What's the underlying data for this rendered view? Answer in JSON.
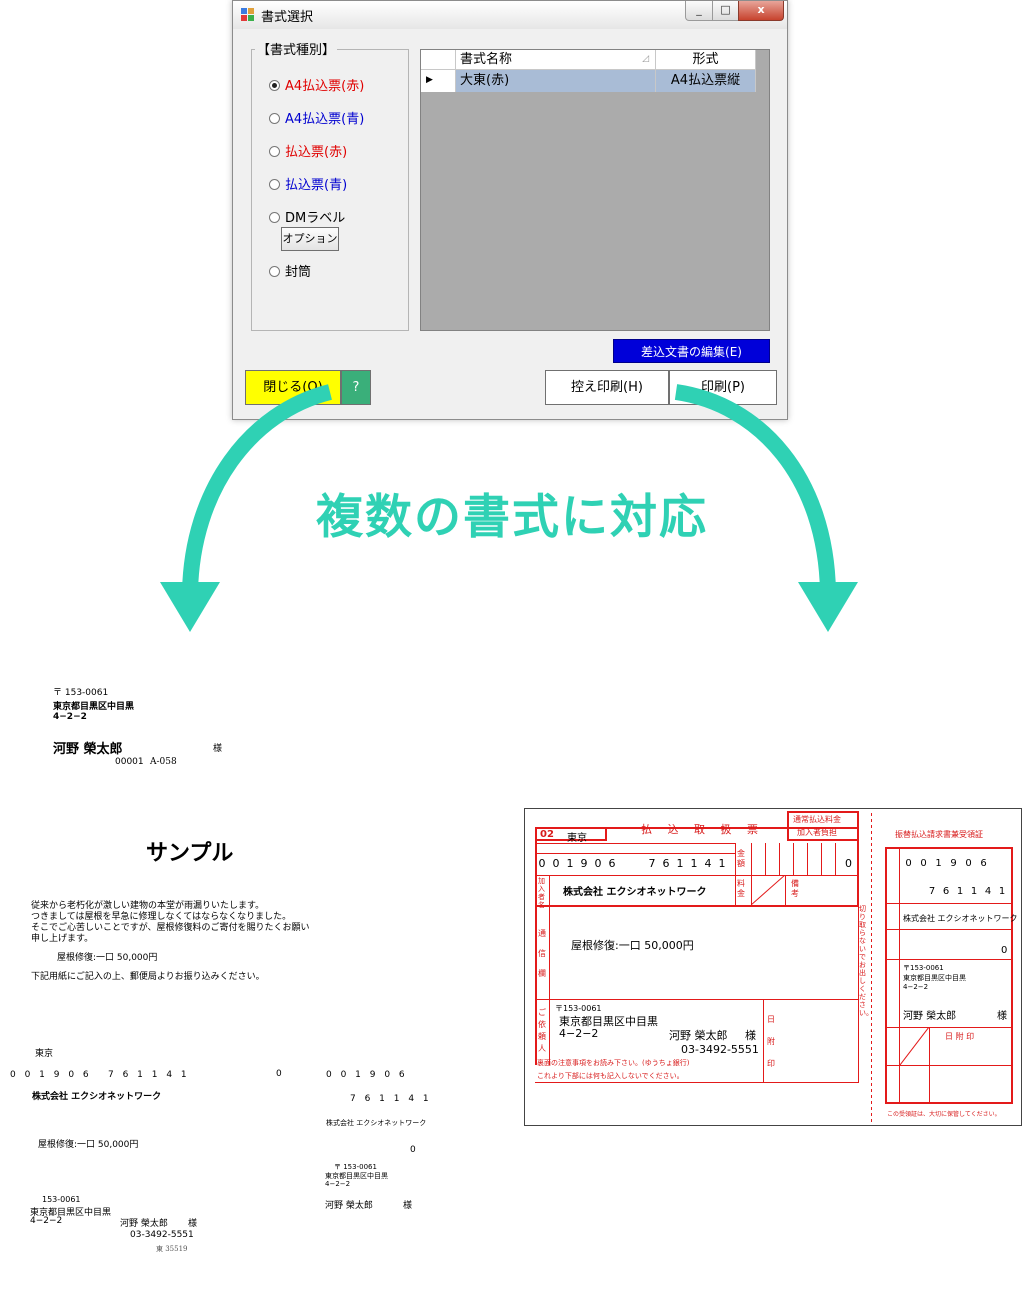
{
  "window": {
    "title": "書式選択",
    "close_glyph": "x",
    "min_glyph": "_",
    "max_glyph": "□"
  },
  "group": {
    "label": "【書式種別】",
    "radios": [
      {
        "label": "A4払込票(赤)",
        "color": "#e00000",
        "checked": true
      },
      {
        "label": "A4払込票(青)",
        "color": "#0000d0",
        "checked": false
      },
      {
        "label": "払込票(赤)",
        "color": "#e00000",
        "checked": false
      },
      {
        "label": "払込票(青)",
        "color": "#0000d0",
        "checked": false
      },
      {
        "label": "DMラベル",
        "color": "#000000",
        "checked": false
      },
      {
        "label": "封筒",
        "color": "#000000",
        "checked": false
      }
    ],
    "option_button": "オプション"
  },
  "grid": {
    "columns": [
      "書式名称",
      "形式"
    ],
    "rows": [
      {
        "name": "大東(赤)",
        "format": "A4払込票縦",
        "selected": true
      }
    ]
  },
  "buttons": {
    "edit": "差込文書の編集(E)",
    "close": "閉じる(Q)",
    "help": "?",
    "copy_print": "控え印刷(H)",
    "print": "印刷(P)"
  },
  "banner": "複数の書式に対応",
  "colors": {
    "banner": "#2fd1b4",
    "edit_button": "#0000d9",
    "close_button": "#ffff00",
    "help_button": "#3aaf7a",
    "slip_red": "#e31a1a"
  },
  "letter": {
    "postal": "〒 153-0061",
    "address1": "東京都目黒区中目黒",
    "address2": "4−2−2",
    "name": "河野 榮太郎",
    "honorific": "様",
    "code": "00001",
    "code2": "A-058",
    "sample": "サンプル",
    "body": [
      "従来から老朽化が激しい建物の本堂が雨漏りいたします。",
      "つきましては屋根を早急に修理しなくてはならなくなりました。",
      "そこでご心苦しいことですが、屋根修復料のご寄付を賜りたくお願い",
      "申し上げます。"
    ],
    "donation": "屋根修復:一口 50,000円",
    "instruction": "下記用紙にご記入の上、郵便局よりお振り込みください。",
    "slip_place": "東京",
    "account1": "0 0 1 9 0  6",
    "account2": "7 6 1 1 4 1",
    "amount": "0",
    "r_account1": "0 0 1 9 0  6",
    "r_account2": "7 6 1 1 4 1",
    "company": "株式会社 エクシオネットワーク",
    "r_company": "株式会社 エクシオネットワーク",
    "purpose": "屋根修復:一口 50,000円",
    "r_amount": "0",
    "r_postal": "〒 153-0061",
    "r_address1": "東京都目黒区中目黒",
    "r_address2": "4−2−2",
    "r_name": "河野 榮太郎",
    "r_honorific": "様",
    "postal2": "153-0061",
    "addr_b1": "東京都目黒区中目黒",
    "addr_b2": "4−2−2",
    "name_b": "河野 榮太郎",
    "honorific_b": "様",
    "phone_b": "03-3492-5551",
    "footer": "東   35519"
  },
  "slip": {
    "number": "02",
    "place": "東京",
    "title": "払 込 取 扱 票",
    "fee_note1": "通常払込料金",
    "fee_note2": "加入者負担",
    "account_digits1": [
      "0",
      "0",
      "1",
      "9",
      "0"
    ],
    "account_digit_mid": "6",
    "account_digits2": [
      "7",
      "6",
      "1",
      "1",
      "4",
      "1"
    ],
    "amount_digit": "0",
    "label_kingaku": "金額",
    "label_kanyusha": "加入者名",
    "company": "株式会社 エクシオネットワーク",
    "label_ryokin": "料金",
    "label_biko": "備考",
    "label_tsushin": "通信欄",
    "purpose": "屋根修復:一口 50,000円",
    "postal": "〒153-0061",
    "address1": "東京都目黒区中目黒",
    "address2": "4−2−2",
    "name": "河野 榮太郎",
    "honorific": "様",
    "phone": "03-3492-5551",
    "label_irainin": "ご依頼人",
    "stamp": "日附印",
    "note1": "裏面の注意事項をお読み下さい。(ゆうちょ銀行)",
    "note2": "これより下部には何も記入しないでください。",
    "side_note": "切り取らないでお出しください。",
    "r_title": "振替払込請求書兼受領証",
    "r_digits1": [
      "0",
      "0",
      "1",
      "9",
      "0"
    ],
    "r_digit_mid": "6",
    "r_digits2": [
      "7",
      "6",
      "1",
      "1",
      "4",
      "1"
    ],
    "r_company": "株式会社 エクシオネットワーク",
    "r_amount": "0",
    "r_postal": "〒153-0061",
    "r_address1": "東京都目黒区中目黒",
    "r_address2": "4−2−2",
    "r_name": "河野 榮太郎",
    "r_honorific": "様",
    "r_stamp": "日 附 印",
    "r_footer": "この受領証は、大切に保管してください。"
  }
}
